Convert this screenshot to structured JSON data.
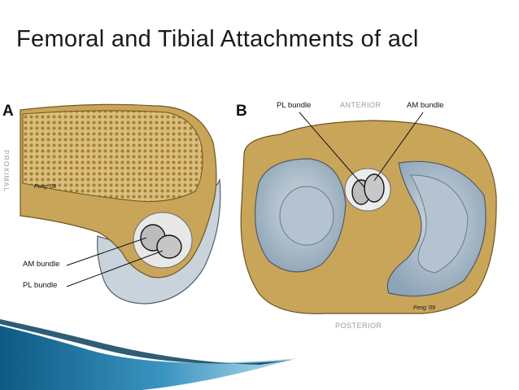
{
  "slide": {
    "title": "Femoral and Tibial Attachments of acl"
  },
  "panel_a": {
    "letter": "A",
    "side_label": "PROXIMAL",
    "am_label": "AM bundle",
    "pl_label": "PL bundle",
    "signature": "Feng '09"
  },
  "panel_b": {
    "letter": "B",
    "pl_label": "PL bundle",
    "anterior_label": "ANTERIOR",
    "am_label": "AM bundle",
    "posterior_label": "POSTERIOR",
    "signature": "Feng '09"
  },
  "colors": {
    "bone_tan": "#c9a55a",
    "bone_dark": "#8a6a2a",
    "cartilage": "#9fb3c4",
    "meniscus": "#c8d3dc",
    "accent_blue": "#1b6f9b"
  }
}
